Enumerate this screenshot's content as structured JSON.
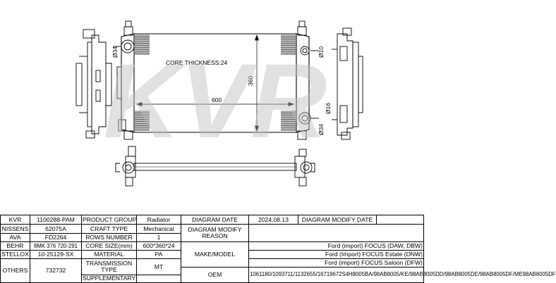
{
  "drawing": {
    "watermark": "KVR",
    "core_thickness_label": "CORE THICKNESS:24",
    "dim_width": "600",
    "dim_height": "360",
    "dim_d34_left": "Ø34",
    "dim_d10": "Ø10",
    "dim_d16": "Ø16",
    "dim_d34_right": "Ø34"
  },
  "table": {
    "r1": {
      "c1": "KVR",
      "c2": "1100288-PAM",
      "c3": "PRODUCT GROUP",
      "c4": "Radiator",
      "c5": "DIAGRAM DATE",
      "c6": "2024.08.13",
      "c7": "DIAGRAM MODIFY DATE",
      "c8": ""
    },
    "r2": {
      "c1": "NISSENS",
      "c2": "62075A",
      "c3": "CRAFT TYPE",
      "c4": "Mechanical",
      "c5": "DIAGRAM MODIFY REASON",
      "c6": ""
    },
    "r3": {
      "c1": "AVA",
      "c2": "FD2264",
      "c3": "ROWS NUMBER",
      "c4": "1"
    },
    "r4": {
      "c1": "BEHR",
      "c2": "8MK 376 720-291",
      "c3": "CORE SIZE(mm)",
      "c4": "600*360*24",
      "c5": "MAKE/MODEL",
      "c6": "Ford (import) FOCUS (DAW, DBW)"
    },
    "r5": {
      "c1": "STELLOX",
      "c2": "10-25129-SX",
      "c3": "MATERIAL",
      "c4": "PA",
      "c6": "Ford (Import) FOCUS Estate (DNW)"
    },
    "r6": {
      "c1": "OTHERS",
      "c2": "732732",
      "c3": "TRANSMISSION TYPE",
      "c4": "MT",
      "c6": "Ford (import) FOCUS Saloon (DFW)"
    },
    "r7": {
      "c5": "OEM",
      "c6": "1061180/1093711/1132655/16719672S4H8005BA/98AB8005/KE/98AB8005DD/98AB8005DE/98AB8005DF/ME98AB8005DF"
    },
    "r8": {
      "c3": "SUPPLEMENTARY",
      "c4": ""
    }
  }
}
